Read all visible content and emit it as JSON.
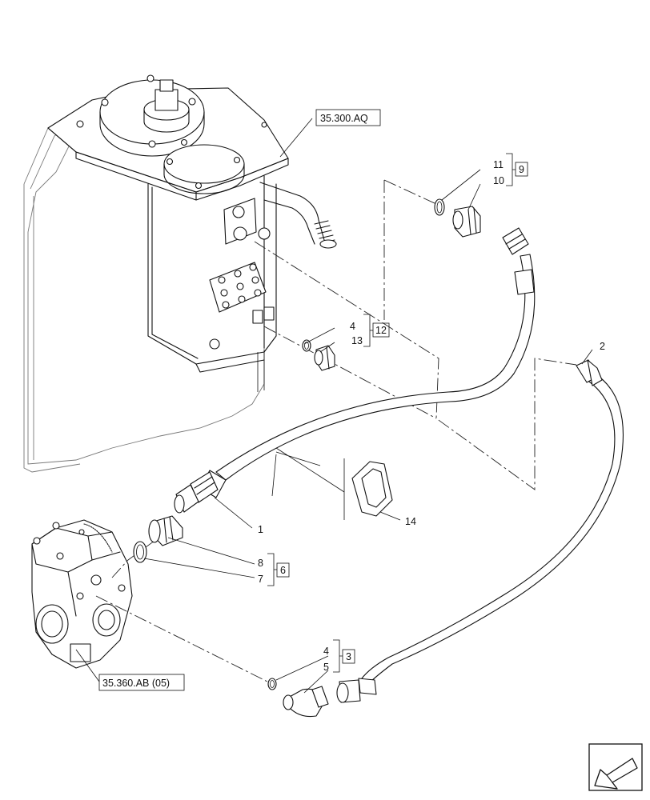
{
  "references": {
    "tank_ref": "35.300.AQ",
    "pump_ref": "35.360.AB (05)"
  },
  "callouts": {
    "c1": "1",
    "c2": "2",
    "c4a": "4",
    "c4b": "4",
    "c5": "5",
    "c7": "7",
    "c8": "8",
    "c10": "10",
    "c11": "11",
    "c13": "13",
    "c14": "14"
  },
  "kits": {
    "k3": "3",
    "k6": "6",
    "k9": "9",
    "k12": "12"
  },
  "nav_icon": "next-page-arrow-icon"
}
